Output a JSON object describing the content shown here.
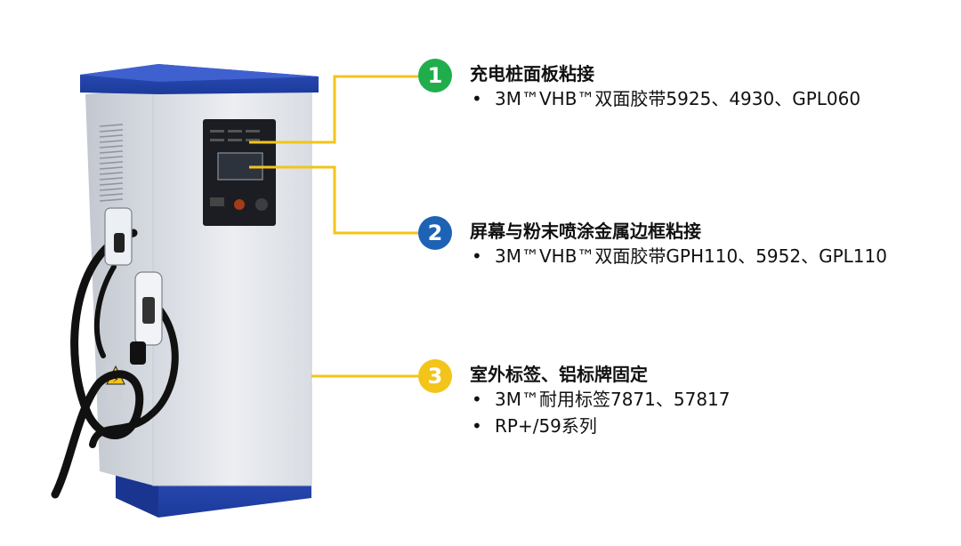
{
  "colors": {
    "connector": "#f3c419",
    "badge_1": "#1fae4b",
    "badge_2": "#1d62b5",
    "badge_3": "#f3c419",
    "cabinet_blue": "#2342a6",
    "cabinet_body": "#e4e7ec"
  },
  "callouts": [
    {
      "number": "1",
      "title": "充电桩面板粘接",
      "items": [
        "3M™VHB™双面胶带5925、4930、GPL060"
      ]
    },
    {
      "number": "2",
      "title": "屏幕与粉末喷涂金属边框粘接",
      "items": [
        "3M™VHB™双面胶带GPH110、5952、GPL110"
      ]
    },
    {
      "number": "3",
      "title": "室外标签、铝标牌固定",
      "items": [
        "3M™耐用标签7871、57817",
        "RP+/59系列"
      ]
    }
  ]
}
